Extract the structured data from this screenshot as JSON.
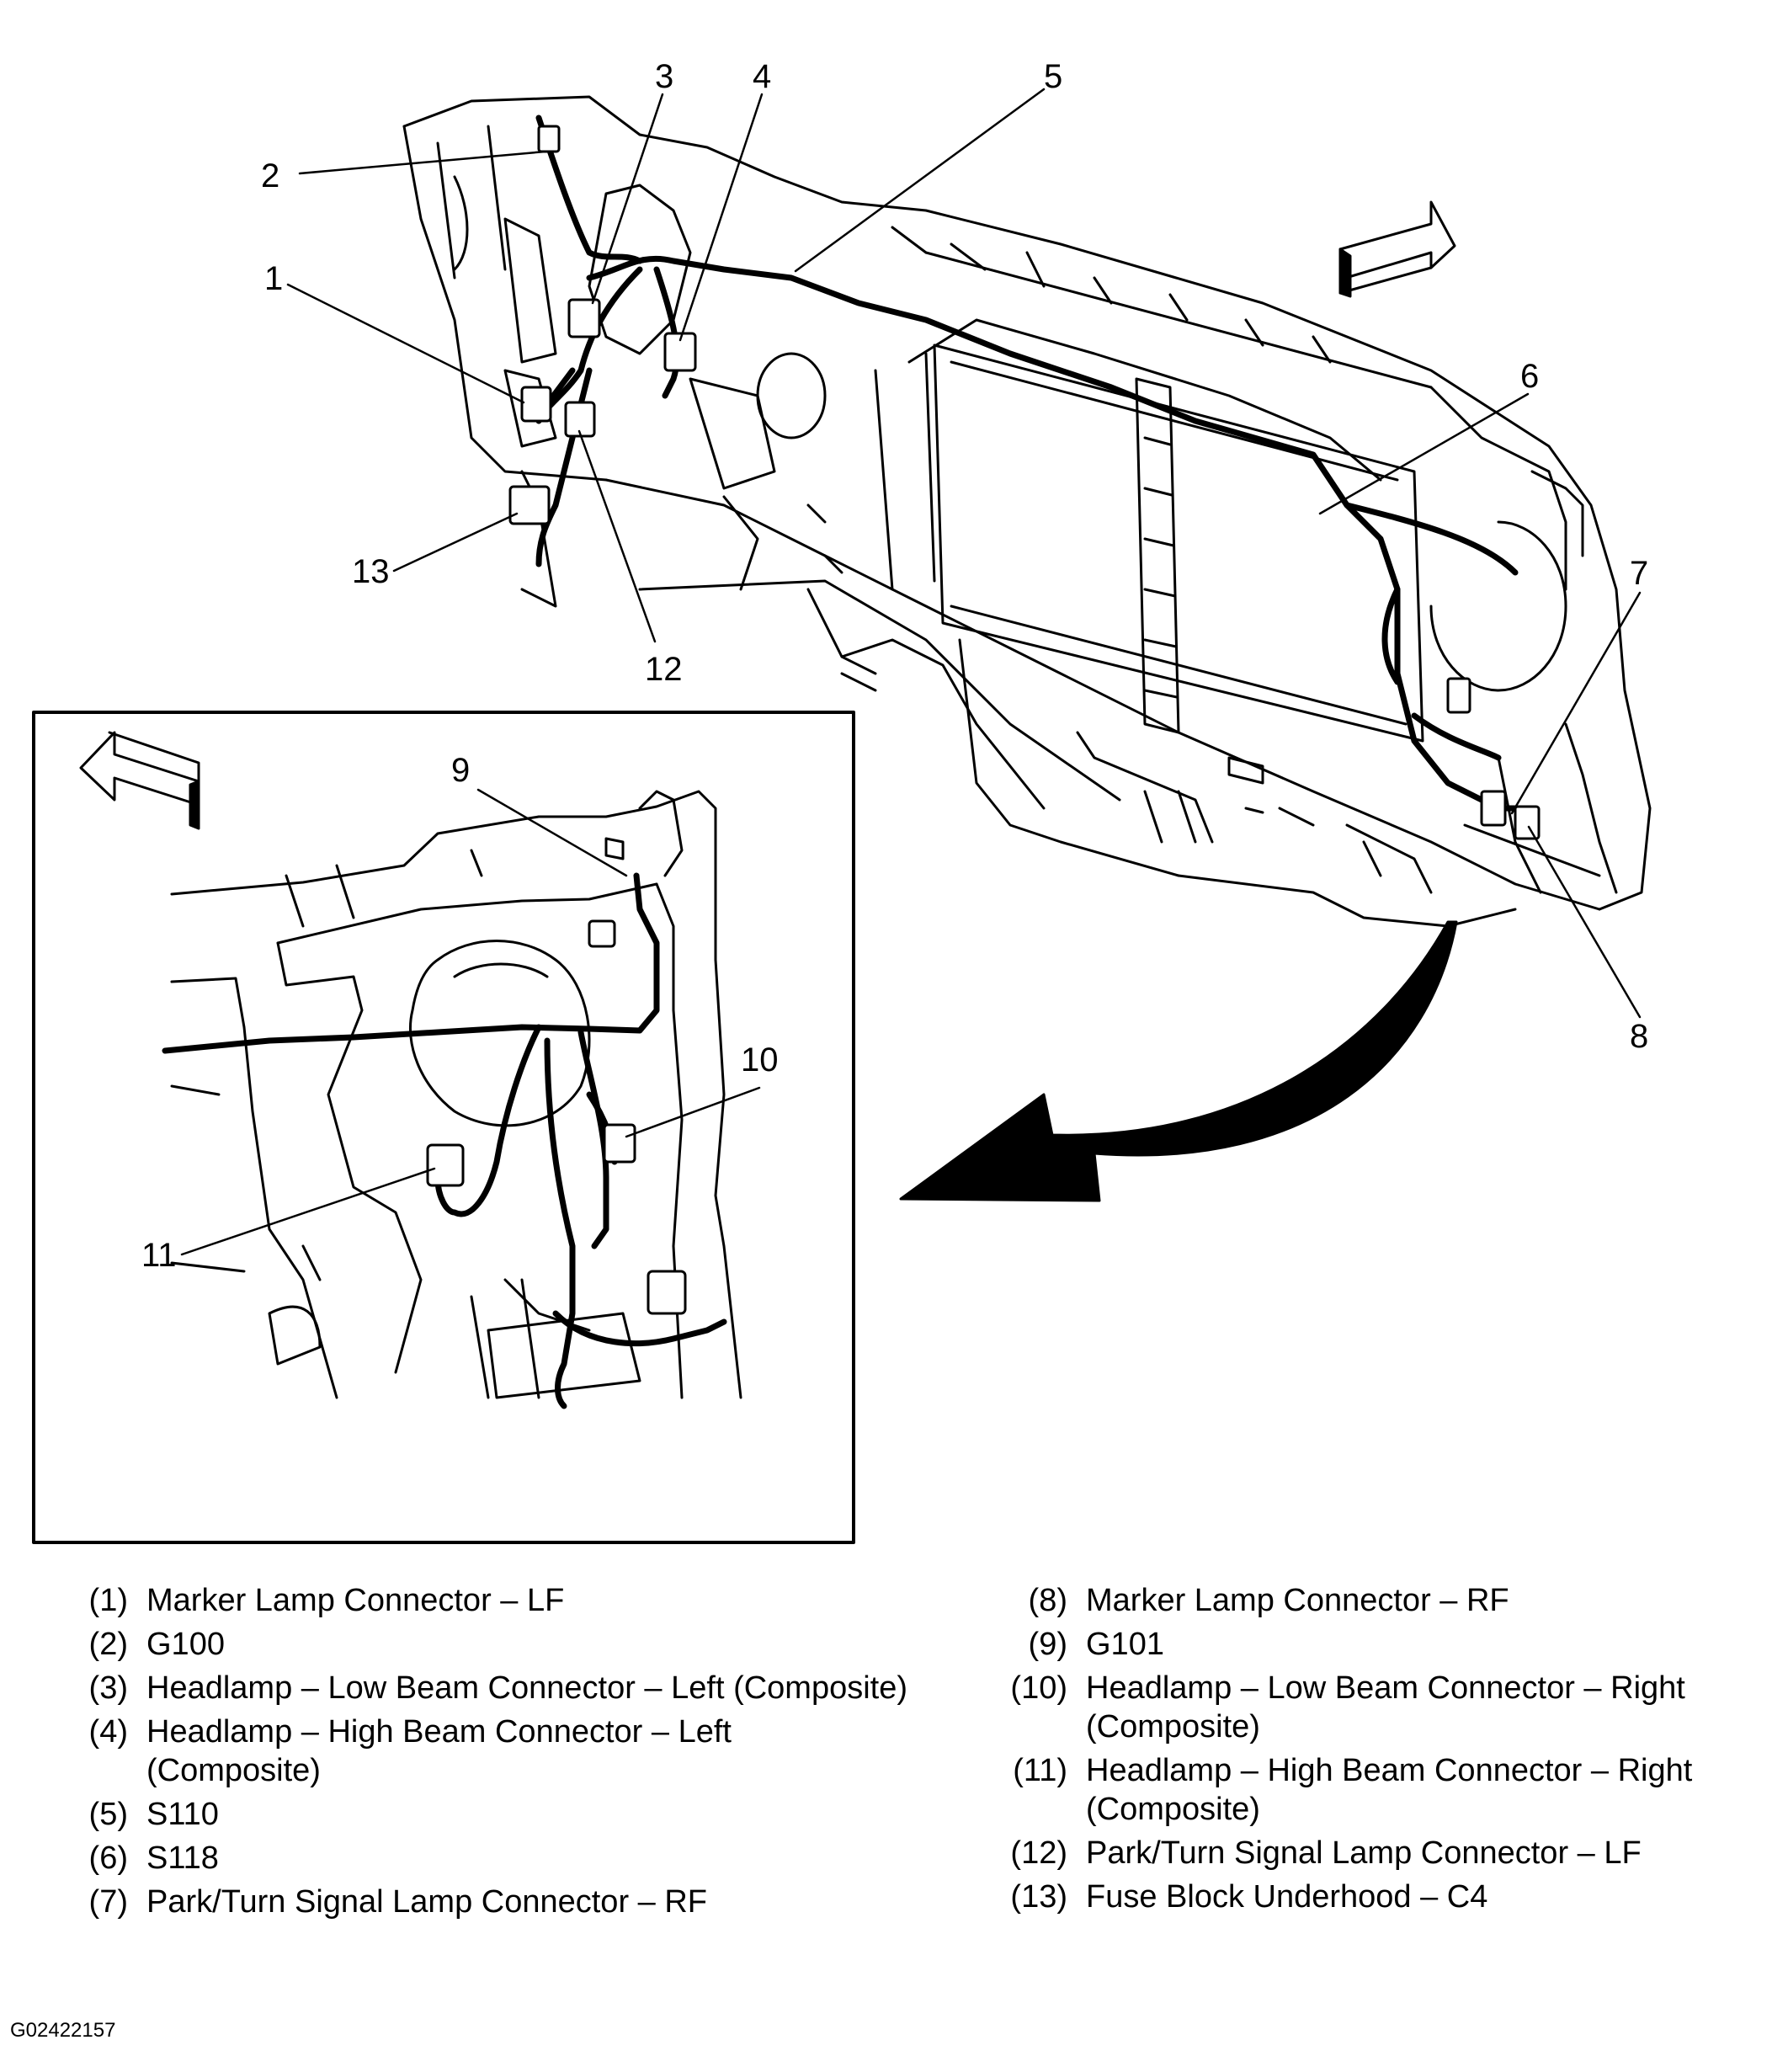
{
  "figure_id": "G02422157",
  "callouts": {
    "c1": "1",
    "c2": "2",
    "c3": "3",
    "c4": "4",
    "c5": "5",
    "c6": "6",
    "c7": "7",
    "c8": "8",
    "c9": "9",
    "c10": "10",
    "c11": "11",
    "c12": "12",
    "c13": "13"
  },
  "legend_left": [
    {
      "num": "(1)",
      "text": "Marker Lamp Connector – LF"
    },
    {
      "num": "(2)",
      "text": "G100"
    },
    {
      "num": "(3)",
      "text": "Headlamp – Low Beam Connector – Left (Composite)"
    },
    {
      "num": "(4)",
      "text": "Headlamp – High Beam Connector – Left (Composite)"
    },
    {
      "num": "(5)",
      "text": "S110"
    },
    {
      "num": "(6)",
      "text": "S118"
    },
    {
      "num": "(7)",
      "text": "Park/Turn Signal Lamp Connector – RF"
    }
  ],
  "legend_right": [
    {
      "num": "(8)",
      "text": "Marker Lamp Connector – RF"
    },
    {
      "num": "(9)",
      "text": "G101"
    },
    {
      "num": "(10)",
      "text": "Headlamp – Low Beam Connector – Right (Composite)"
    },
    {
      "num": "(11)",
      "text": "Headlamp – High Beam Connector – Right (Composite)"
    },
    {
      "num": "(12)",
      "text": "Park/Turn Signal Lamp Connector – LF"
    },
    {
      "num": "(13)",
      "text": "Fuse Block Underhood – C4"
    }
  ]
}
